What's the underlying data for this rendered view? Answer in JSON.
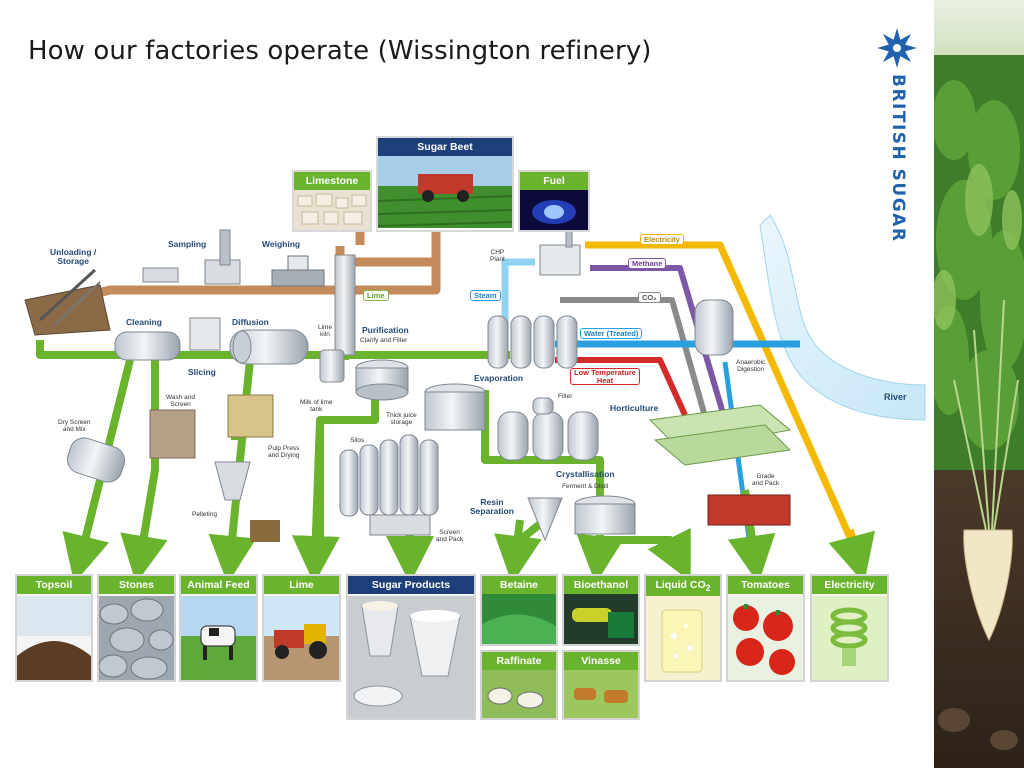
{
  "slide": {
    "title": "How our factories operate (Wissington refinery)"
  },
  "brand": {
    "name": "BRITISH SUGAR",
    "logo_icon": "snowflake-icon",
    "color": "#1f62ad"
  },
  "inputs": {
    "sugar_beet": "Sugar Beet",
    "limestone": "Limestone",
    "fuel": "Fuel"
  },
  "process_labels": {
    "unloading": "Unloading /\nStorage",
    "sampling": "Sampling",
    "weighing": "Weighing",
    "cleaning": "Cleaning",
    "diffusion": "Diffusion",
    "slicing": "Slicing",
    "lime_kiln": "Lime\nkiln",
    "purification": "Purification",
    "purification_sub": "Clarify and Filter",
    "chp_plant": "CHP\nPlant",
    "evaporation": "Evaporation",
    "filter": "Filter",
    "horticulture": "Horticulture",
    "anaerobic_digestion": "Anaerobic\nDigestion",
    "dry_screen": "Dry Screen\nand Mix",
    "wash_screen": "Wash and\nScreen",
    "milk_of_lime": "Milk of lime\ntank",
    "thick_juice": "Thick juice\nstorage",
    "pulp_press": "Pulp Press\nand Drying",
    "pelleting": "Pelleting",
    "silos": "Silos",
    "screen_pack": "Screen\nand Pack",
    "crystallisation": "Crystallisation",
    "crystallisation_sub": "Ferment & Distil",
    "resin_separation": "Resin\nSeparation",
    "grade_pack": "Grade\nand Pack",
    "river": "River"
  },
  "flows": {
    "electricity": "Electricity",
    "methane": "Methane",
    "co2": "CO₂",
    "water_treated": "Water (Treated)",
    "low_temp_heat": "Low Temperature\nHeat",
    "lime": "Lime",
    "steam": "Steam"
  },
  "products": [
    {
      "label": "Topsoil",
      "icon": "soil-icon"
    },
    {
      "label": "Stones",
      "icon": "stones-icon"
    },
    {
      "label": "Animal Feed",
      "icon": "cow-icon"
    },
    {
      "label": "Lime",
      "icon": "tractor-icon"
    },
    {
      "label": "Sugar Products",
      "icon": "sugar-scoop-icon"
    },
    {
      "label": "Betaine",
      "icon": "grass-icon"
    },
    {
      "label": "Bioethanol",
      "icon": "fuel-pump-icon"
    },
    {
      "label": "Liquid CO",
      "sub": "2",
      "icon": "sparkling-glass-icon"
    },
    {
      "label": "Tomatoes",
      "icon": "tomato-icon"
    },
    {
      "label": "Electricity",
      "icon": "lightbulb-icon"
    },
    {
      "label": "Raffinate",
      "icon": "sheep-icon"
    },
    {
      "label": "Vinasse",
      "icon": "cattle-icon"
    }
  ],
  "colors": {
    "green_flow": "#6ab42d",
    "navy_header": "#1f3f7a",
    "electricity_flow": "#f5b800",
    "methane_flow": "#7e57a6",
    "co2_flow": "#8a8a8a",
    "water_flow": "#28a0df",
    "heat_flow": "#d42a2a",
    "beet_flow": "#c48a5a",
    "steam_flow": "#8fd3f0"
  }
}
